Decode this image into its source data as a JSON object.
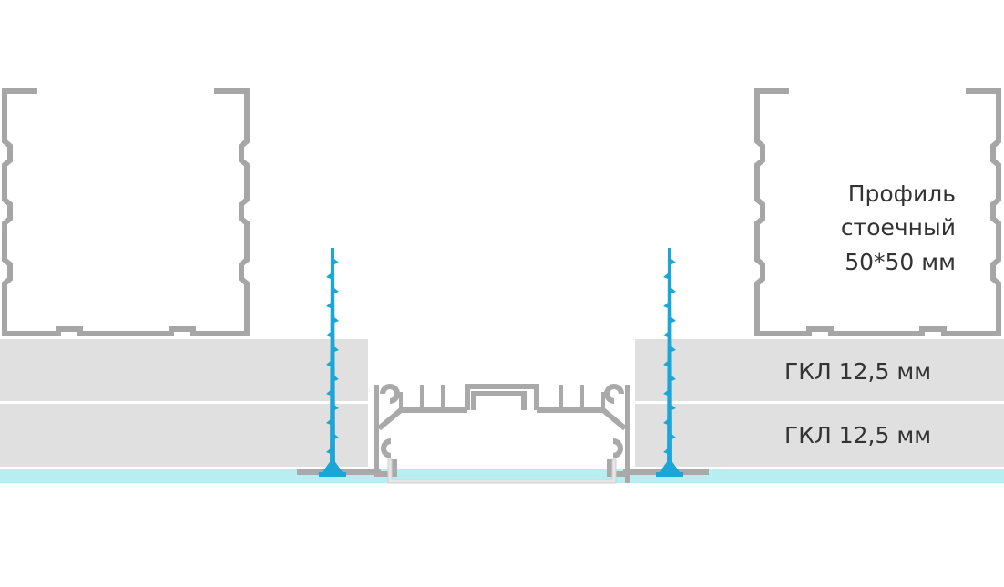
{
  "labels": {
    "profile_line1": "Профиль",
    "profile_line2": "стоечный",
    "profile_line3": "50*50 мм",
    "gkl_top": "ГКЛ 12,5 мм",
    "gkl_bottom": "ГКЛ 12,5 мм"
  },
  "colors": {
    "profile_stroke": "#a6a6a6",
    "gkl_fill": "#e0e0e0",
    "gkl_seam": "#ffffff",
    "finish_layer": "#b8eef2",
    "screw": "#1aa6d6",
    "aluminium": "#a9a9a9",
    "diffuser": "#e6e6e6",
    "text": "#333333"
  }
}
